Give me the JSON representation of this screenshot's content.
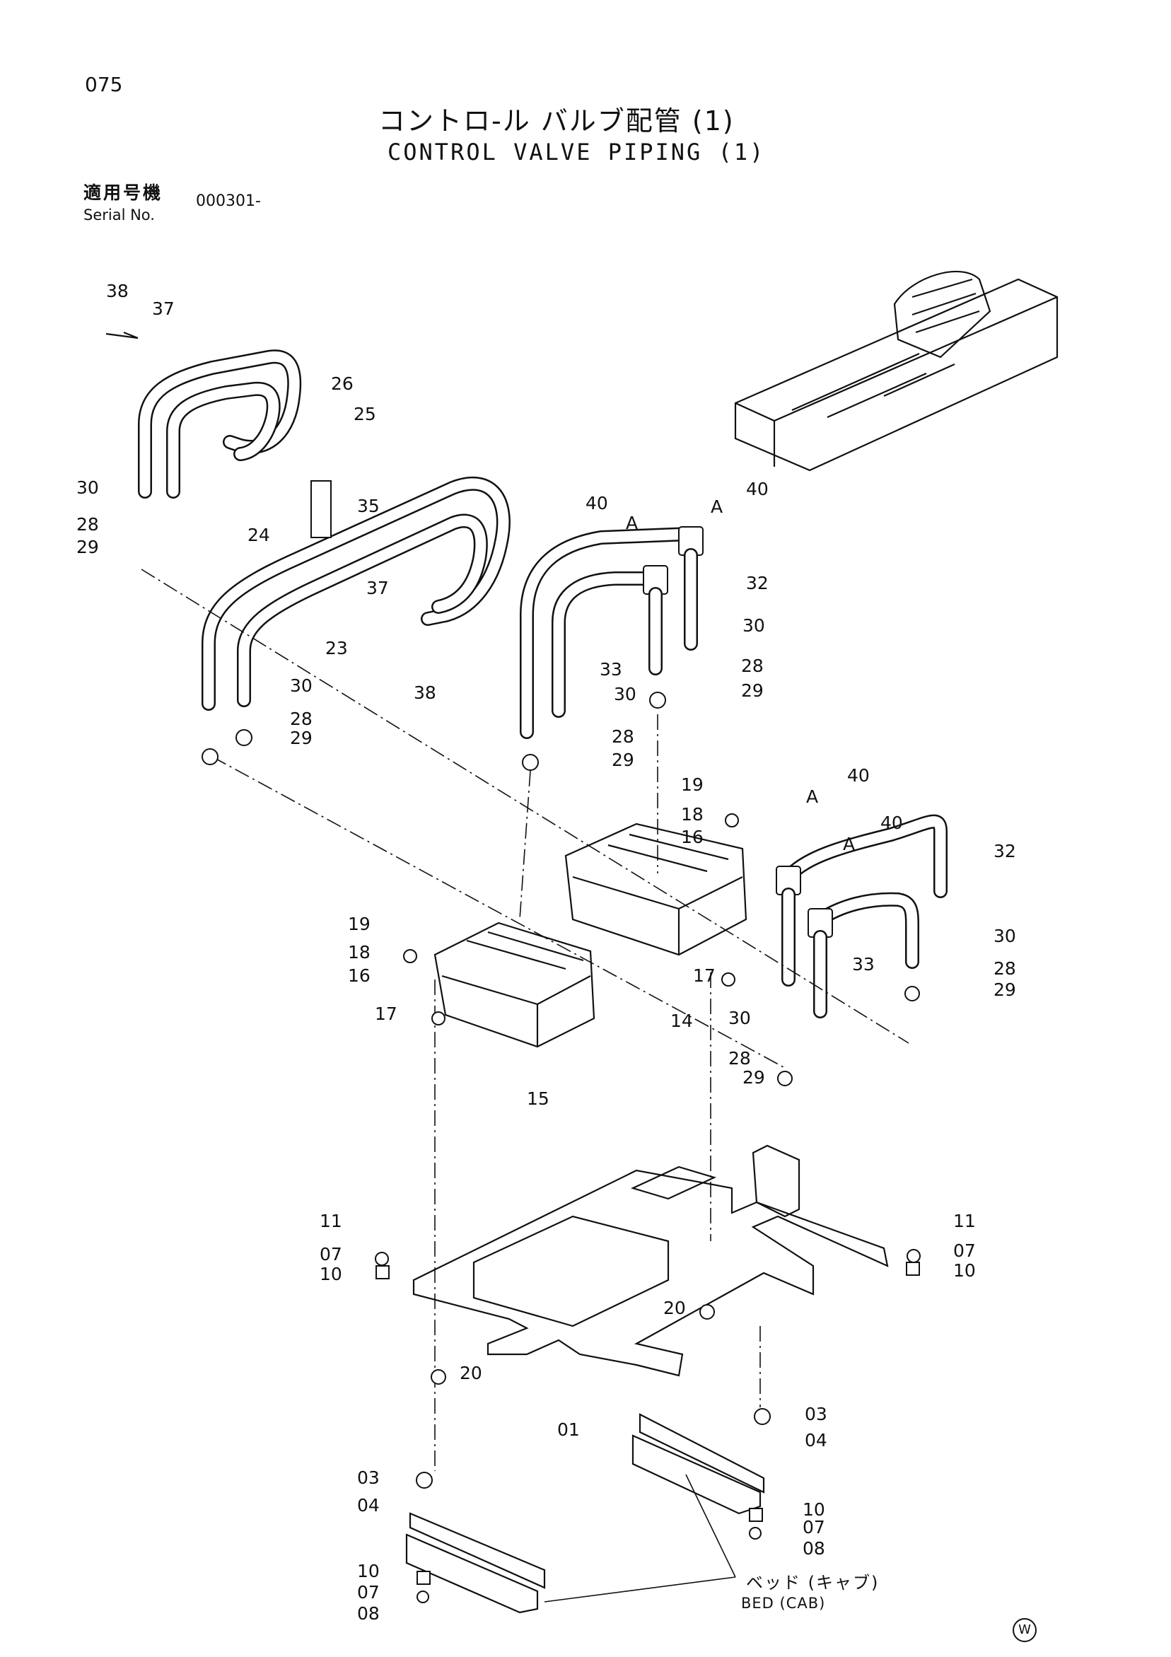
{
  "page": {
    "number": "075",
    "title_jp": "コントロ-ル バルブ配管 (1)",
    "title_en": "CONTROL VALVE PIPING (1)",
    "serial_label_jp": "適用号機",
    "serial_label_en": "Serial No.",
    "serial_value": "000301-",
    "bed_label_jp": "ベッド (キャブ)",
    "bed_label_en": "BED  (CAB)",
    "corner_mark": "W"
  },
  "callouts": [
    {
      "id": "c38a",
      "label": "38"
    },
    {
      "id": "c37a",
      "label": "37"
    },
    {
      "id": "c26",
      "label": "26"
    },
    {
      "id": "c25",
      "label": "25"
    },
    {
      "id": "c30a",
      "label": "30"
    },
    {
      "id": "c28a",
      "label": "28"
    },
    {
      "id": "c29a",
      "label": "29"
    },
    {
      "id": "c24",
      "label": "24"
    },
    {
      "id": "c35",
      "label": "35"
    },
    {
      "id": "c37b",
      "label": "37"
    },
    {
      "id": "c23",
      "label": "23"
    },
    {
      "id": "c38b",
      "label": "38"
    },
    {
      "id": "c30b",
      "label": "30"
    },
    {
      "id": "c28b",
      "label": "28"
    },
    {
      "id": "c29b",
      "label": "29"
    },
    {
      "id": "c40a",
      "label": "40"
    },
    {
      "id": "cAa",
      "label": "A"
    },
    {
      "id": "c40b",
      "label": "40"
    },
    {
      "id": "cAb",
      "label": "A"
    },
    {
      "id": "c32a",
      "label": "32"
    },
    {
      "id": "c30c",
      "label": "30"
    },
    {
      "id": "c33a",
      "label": "33"
    },
    {
      "id": "c28c",
      "label": "28"
    },
    {
      "id": "c30d",
      "label": "30"
    },
    {
      "id": "c29c",
      "label": "29"
    },
    {
      "id": "c28d",
      "label": "28"
    },
    {
      "id": "c29d",
      "label": "29"
    },
    {
      "id": "c19a",
      "label": "19"
    },
    {
      "id": "c18a",
      "label": "18"
    },
    {
      "id": "c16a",
      "label": "16"
    },
    {
      "id": "c40c",
      "label": "40"
    },
    {
      "id": "cAc",
      "label": "A"
    },
    {
      "id": "c40d",
      "label": "40"
    },
    {
      "id": "cAd",
      "label": "A"
    },
    {
      "id": "c32b",
      "label": "32"
    },
    {
      "id": "c19b",
      "label": "19"
    },
    {
      "id": "c18b",
      "label": "18"
    },
    {
      "id": "c16b",
      "label": "16"
    },
    {
      "id": "c30e",
      "label": "30"
    },
    {
      "id": "c33b",
      "label": "33"
    },
    {
      "id": "c28e",
      "label": "28"
    },
    {
      "id": "c29e",
      "label": "29"
    },
    {
      "id": "c17a",
      "label": "17"
    },
    {
      "id": "c14",
      "label": "14"
    },
    {
      "id": "c17b",
      "label": "17"
    },
    {
      "id": "c30f",
      "label": "30"
    },
    {
      "id": "c28f",
      "label": "28"
    },
    {
      "id": "c29f",
      "label": "29"
    },
    {
      "id": "c15",
      "label": "15"
    },
    {
      "id": "c11a",
      "label": "11"
    },
    {
      "id": "c07a",
      "label": "07"
    },
    {
      "id": "c10a",
      "label": "10"
    },
    {
      "id": "c11b",
      "label": "11"
    },
    {
      "id": "c07b",
      "label": "07"
    },
    {
      "id": "c10b",
      "label": "10"
    },
    {
      "id": "c20a",
      "label": "20"
    },
    {
      "id": "c20b",
      "label": "20"
    },
    {
      "id": "c01",
      "label": "01"
    },
    {
      "id": "c03a",
      "label": "03"
    },
    {
      "id": "c04a",
      "label": "04"
    },
    {
      "id": "c03b",
      "label": "03"
    },
    {
      "id": "c04b",
      "label": "04"
    },
    {
      "id": "c10c",
      "label": "10"
    },
    {
      "id": "c07c",
      "label": "07"
    },
    {
      "id": "c08a",
      "label": "08"
    },
    {
      "id": "c10d",
      "label": "10"
    },
    {
      "id": "c07d",
      "label": "07"
    },
    {
      "id": "c08b",
      "label": "08"
    }
  ]
}
